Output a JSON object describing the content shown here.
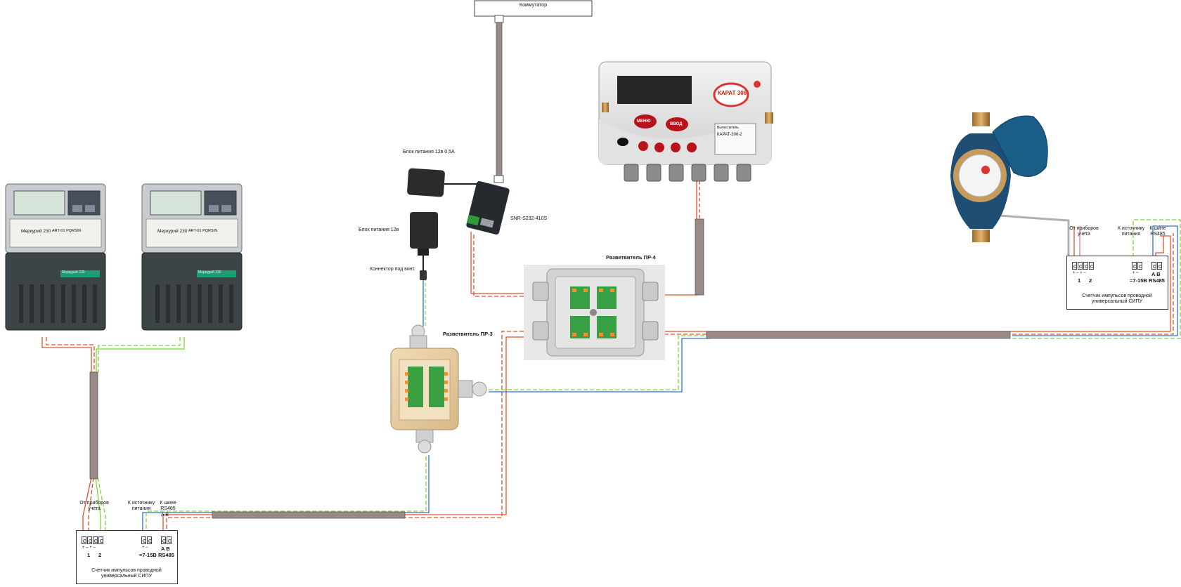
{
  "labels": {
    "switch": "Коммутатор",
    "psu_small": "Блок питания 12в 0,5А",
    "psu_12v": "Блок питания 12в",
    "screw_connector": "Коннектор под винт",
    "converter": "SNR-S232-410S",
    "splitter_pr3": "Разветвитель ПР-3",
    "splitter_pr4": "Разветвитель ПР-4"
  },
  "electric_meter": {
    "brand": "Меркурий 230",
    "model": "ART-01 PQRSIN",
    "plate": "Меркурий 230"
  },
  "heat_calculator": {
    "logo": "КАРАТ 306",
    "btn_menu": "МЕНЮ",
    "btn_enter": "ВВОД",
    "plate_title": "Вычислитель",
    "plate_model": "КАРАТ-306-2"
  },
  "counter_device": {
    "from_meters": "От приборов учета",
    "to_power": "К источнику питания",
    "to_bus": "К шине RS485",
    "pol_in": "+ – + –",
    "ch1": "1",
    "ch2": "2",
    "pol_power": "+ –",
    "voltage": "=7-15В",
    "ab_top": "A B",
    "ab_bottom": "A B",
    "bus": "RS485",
    "title": "Счетчик импульсов проводной универсальный СИПУ"
  },
  "colors": {
    "red_wire": "#e0502a",
    "green_wire": "#7fd43a",
    "blue_wire": "#2f6fd6",
    "cable": "#9a8a88"
  }
}
